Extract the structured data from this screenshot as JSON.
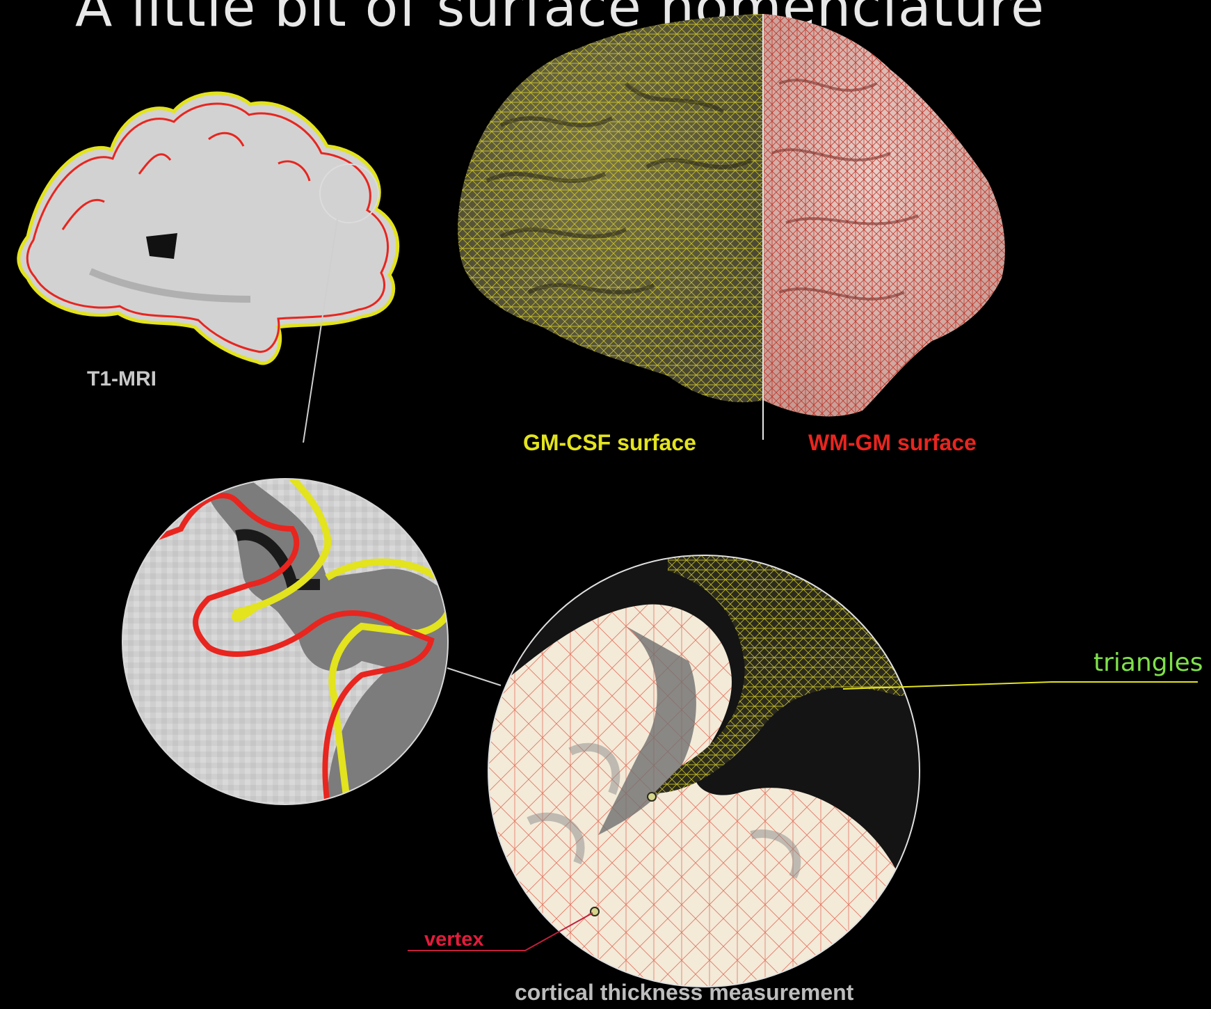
{
  "slide": {
    "title": "A little bit of surface nomenclature"
  },
  "labels": {
    "t1_mri": "T1-MRI",
    "gm_csf": "GM-CSF surface",
    "wm_gm": "WM-GM surface",
    "vertex": "vertex",
    "triangles": "triangles",
    "caption": "cortical thickness measurement"
  },
  "colors": {
    "background": "#000000",
    "gm_csf_yellow": "#e3e31e",
    "wm_gm_red": "#e8251f",
    "vertex_red": "#e21c3c",
    "triangles_green": "#7fe14a"
  }
}
